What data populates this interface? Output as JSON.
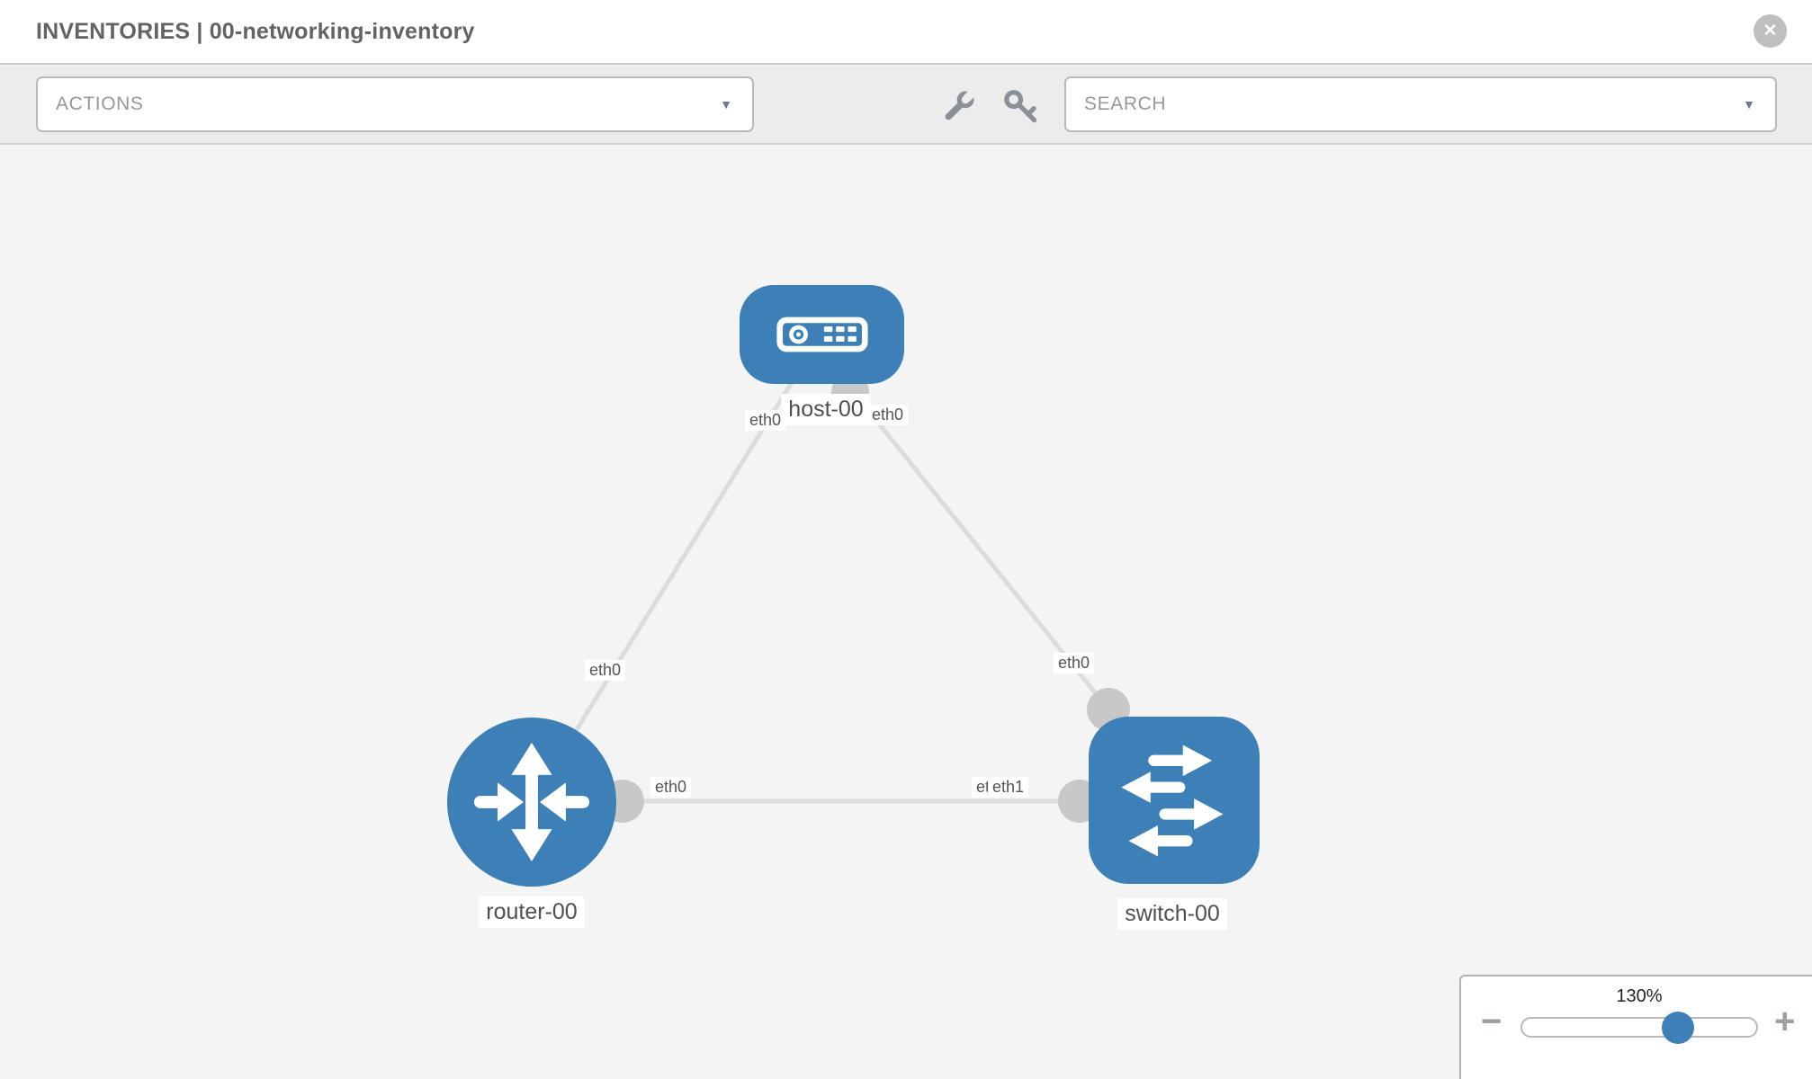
{
  "header": {
    "title": "INVENTORIES | 00-networking-inventory"
  },
  "icons": {
    "close": "✕",
    "caret": "▼",
    "minus": "−",
    "plus": "+"
  },
  "toolbar": {
    "actions_label": "ACTIONS",
    "search_label": "SEARCH"
  },
  "colors": {
    "node_blue": "#3d80b7",
    "link_gray": "#dcdcdc",
    "interface_gray": "#c8c8c8",
    "toolbar_bg": "#ececec",
    "canvas_bg": "#f4f4f4"
  },
  "topology": {
    "nodes": [
      {
        "label": "host-00",
        "type": "host"
      },
      {
        "label": "router-00",
        "type": "router"
      },
      {
        "label": "switch-00",
        "type": "switch"
      }
    ],
    "links": [
      {
        "from": "host-00",
        "to": "router-00",
        "from_iface": "eth0",
        "to_iface": "eth0"
      },
      {
        "from": "host-00",
        "to": "switch-00",
        "from_iface": "eth0",
        "to_iface": "eth0"
      },
      {
        "from": "router-00",
        "to": "switch-00",
        "from_iface": "eth0",
        "to_iface": "eth1"
      }
    ],
    "iface_labels": [
      {
        "text": "eth0"
      },
      {
        "text": "eth0"
      },
      {
        "text": "eth0"
      },
      {
        "text": "eth0"
      },
      {
        "text": "eth0"
      },
      {
        "text": "eth0"
      },
      {
        "text": "eth1"
      }
    ]
  },
  "zoom": {
    "level": "130%",
    "slider_percent": 65
  }
}
